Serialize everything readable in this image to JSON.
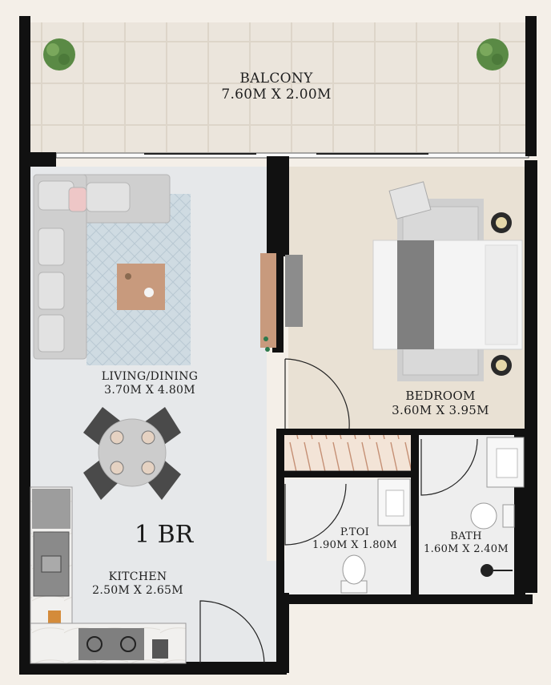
{
  "unit_type": "1 BR",
  "rooms": {
    "balcony": {
      "name": "BALCONY",
      "dims": "7.60M X 2.00M"
    },
    "living_dining": {
      "name": "LIVING/DINING",
      "dims": "3.70M X 4.80M"
    },
    "bedroom": {
      "name": "BEDROOM",
      "dims": "3.60M X 3.95M"
    },
    "kitchen": {
      "name": "KITCHEN",
      "dims": "2.50M X 2.65M"
    },
    "powder_toilet": {
      "name": "P.TOI",
      "dims": "1.90M X 1.80M"
    },
    "bath": {
      "name": "BATH",
      "dims": "1.60M X 2.40M"
    }
  },
  "colors": {
    "wall": "#111111",
    "floor_living": "#e6e8ea",
    "floor_bedroom": "#e9e1d4",
    "balcony_tile": "#ebe5dc",
    "rug": "#c9d7df",
    "sofa": "#d0d0d0",
    "wood": "#c89a7d",
    "background": "#f4efe8"
  }
}
